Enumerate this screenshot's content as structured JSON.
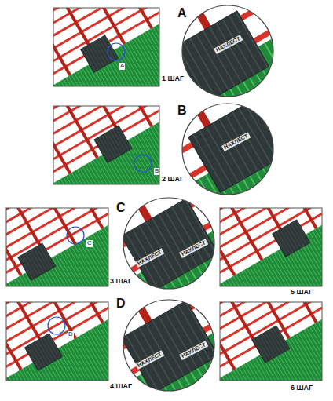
{
  "diagram": {
    "labels": [
      "A",
      "A",
      "НАХЛЕСТ",
      "1 ШАГ",
      "B",
      "B",
      "НАХЛЕСТ",
      "2 ШАГ",
      "C",
      "C",
      "НАХЛЕСТ",
      "НАХЛЕСТ",
      "3 ШАГ",
      "5 ШАГ",
      "D",
      "D",
      "НАХЛЕСТ",
      "НАХЛЕСТ",
      "4 ШАГ",
      "6 ШАГ"
    ]
  }
}
